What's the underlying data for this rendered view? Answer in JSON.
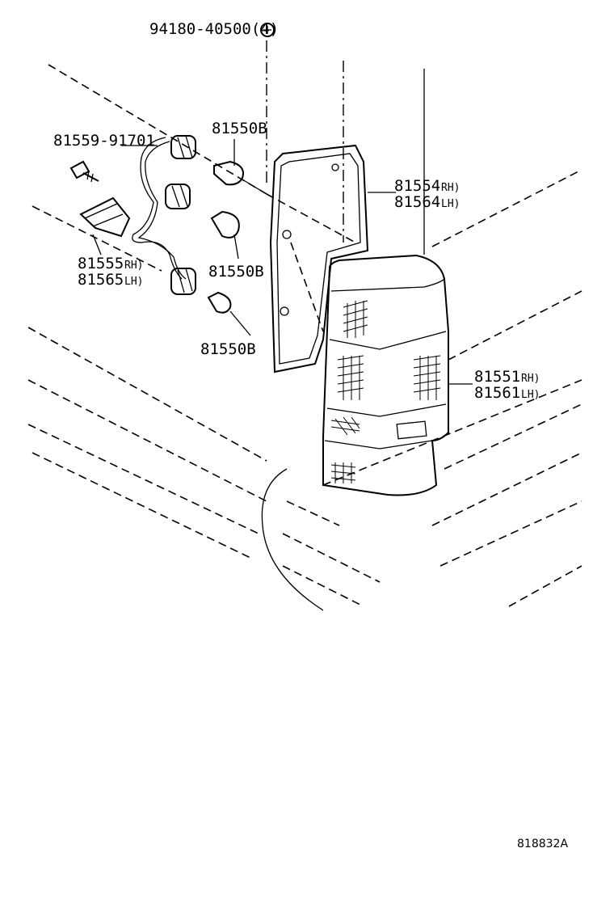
{
  "diagram": {
    "callouts": [
      {
        "id": "clip",
        "text": "94180-40500(4)"
      },
      {
        "id": "screw",
        "text": "81559-91701"
      },
      {
        "id": "bulb-top",
        "text": "81550B"
      },
      {
        "id": "bulb-mid",
        "text": "81550B"
      },
      {
        "id": "bulb-bot",
        "text": "81550B"
      },
      {
        "id": "socket-rh",
        "text": "81555",
        "side": "RH)"
      },
      {
        "id": "socket-lh",
        "text": "81565",
        "side": "LH)"
      },
      {
        "id": "gasket-rh",
        "text": "81554",
        "side": "RH)"
      },
      {
        "id": "gasket-lh",
        "text": "81564",
        "side": "LH)"
      },
      {
        "id": "lens-rh",
        "text": "81551",
        "side": "RH)"
      },
      {
        "id": "lens-lh",
        "text": "81561",
        "side": "LH)"
      }
    ],
    "figure_ref": "818832A"
  }
}
